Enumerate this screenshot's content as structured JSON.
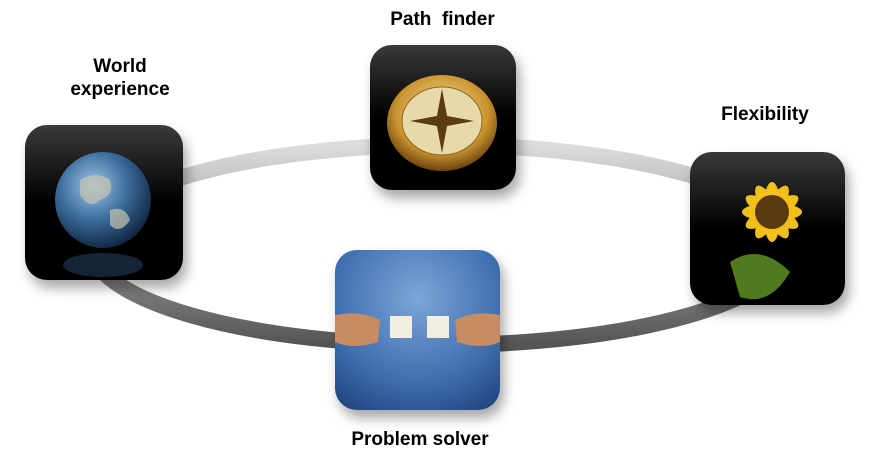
{
  "nodes": [
    {
      "label_line1": "World",
      "label_line2": "experience",
      "icon": "globe-icon"
    },
    {
      "label": "Path  finder",
      "icon": "compass-icon"
    },
    {
      "label": "Flexibility",
      "icon": "sunflower-icon"
    },
    {
      "label": "Problem solver",
      "icon": "puzzle-hands-icon"
    }
  ],
  "colors": {
    "ring": "#b5b5b5",
    "icon_dark": "#000000",
    "puzzle_bg": "#3f6fb0"
  }
}
